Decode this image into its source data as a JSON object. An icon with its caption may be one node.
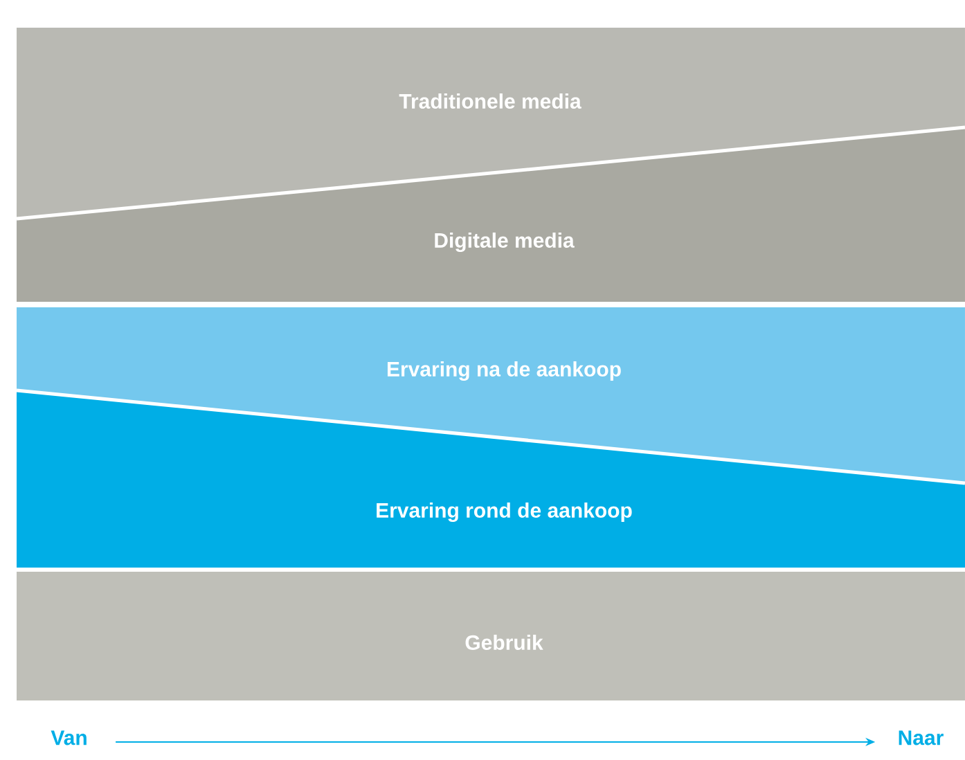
{
  "diagram": {
    "nodes": [
      {
        "text": [
          "Traditionele media"
        ]
      },
      {
        "text": [
          "Digitale media"
        ]
      },
      {
        "text": [
          "Ervaring na de aankoop"
        ]
      },
      {
        "text": [
          "Ervaring rond de aankoop"
        ]
      },
      {
        "text": [
          "Gebruik"
        ]
      },
      {
        "text": [
          "Van"
        ]
      },
      {
        "text": [
          "Naar"
        ]
      }
    ],
    "edges": [
      {
        "from": 5,
        "to": 6,
        "arrow": "to",
        "color": "#00aee6"
      }
    ]
  }
}
